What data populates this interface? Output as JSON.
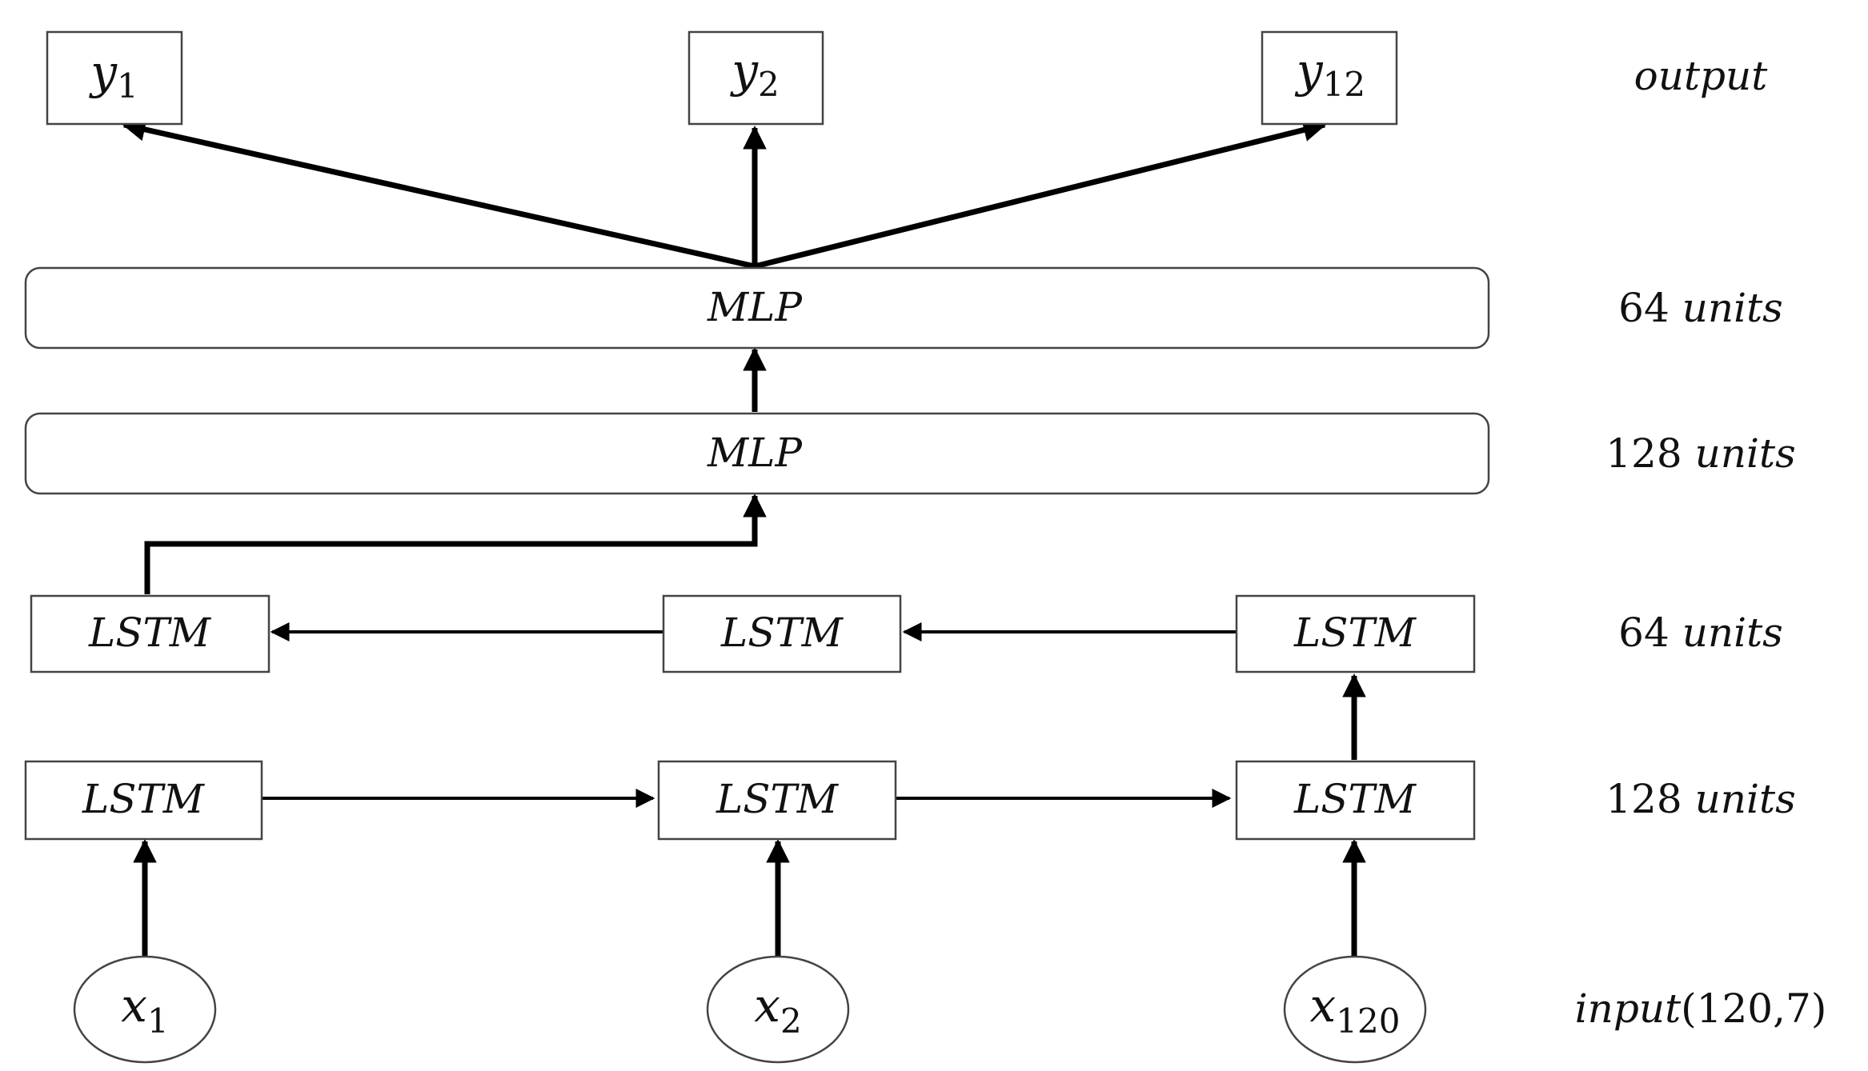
{
  "figure": {
    "outputs": [
      {
        "base": "y",
        "sub": "1"
      },
      {
        "base": "y",
        "sub": "2"
      },
      {
        "base": "y",
        "sub": "12"
      }
    ],
    "inputs": [
      {
        "base": "x",
        "sub": "1"
      },
      {
        "base": "x",
        "sub": "2"
      },
      {
        "base": "x",
        "sub": "120"
      }
    ],
    "mlp_top": {
      "label": "MLP"
    },
    "mlp_bottom": {
      "label": "MLP"
    },
    "lstm_upper": [
      {
        "label": "LSTM"
      },
      {
        "label": "LSTM"
      },
      {
        "label": "LSTM"
      }
    ],
    "lstm_lower": [
      {
        "label": "LSTM"
      },
      {
        "label": "LSTM"
      },
      {
        "label": "LSTM"
      }
    ],
    "side_labels": {
      "output": {
        "text": "output"
      },
      "mlp_top": {
        "num": "64",
        "unit": "units"
      },
      "mlp_bottom": {
        "num": "128",
        "unit": "units"
      },
      "lstm_upper": {
        "num": "64",
        "unit": "units"
      },
      "lstm_lower": {
        "num": "128",
        "unit": "units"
      },
      "input": {
        "word": "input",
        "shape": "(120,7)"
      }
    }
  }
}
